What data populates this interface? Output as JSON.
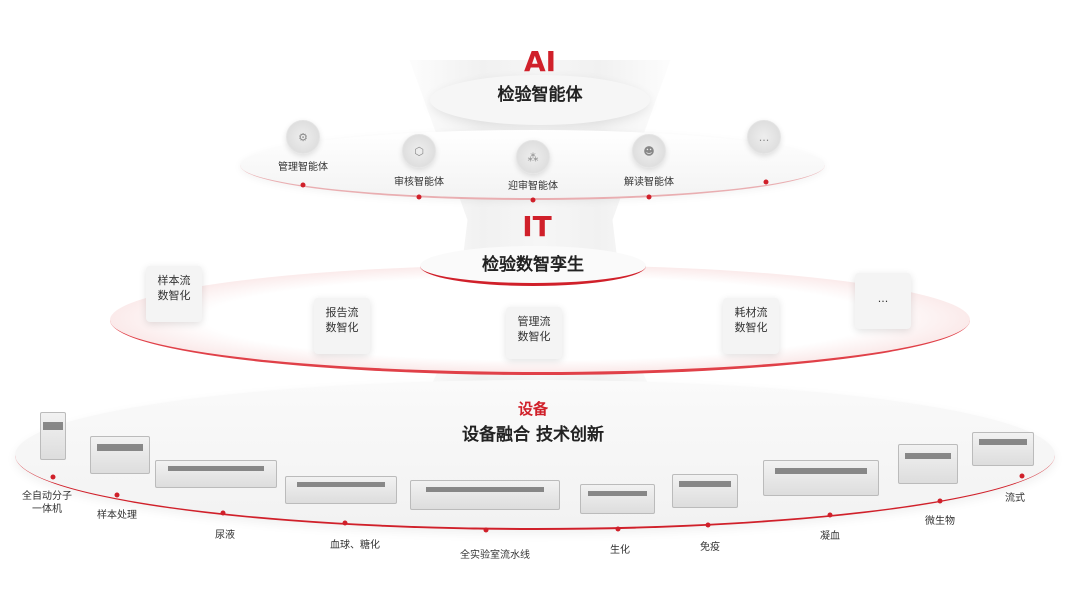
{
  "ai_layer": {
    "tag": "AI",
    "title": "检验智能体",
    "agents": [
      "管理智能体",
      "审核智能体",
      "迎审智能体",
      "解读智能体"
    ],
    "more": "..."
  },
  "it_layer": {
    "tag": "IT",
    "title": "检验数智孪生",
    "cards": [
      "样本流\n数智化",
      "报告流\n数智化",
      "管理流\n数智化",
      "耗材流\n数智化"
    ],
    "more": "..."
  },
  "device_layer": {
    "tag": "设备",
    "title": "设备融合 技术创新",
    "devices": [
      "全自动分子\n一体机",
      "样本处理",
      "尿液",
      "血球、糖化",
      "全实验室流水线",
      "生化",
      "免疫",
      "凝血",
      "微生物",
      "流式"
    ]
  },
  "colors": {
    "accent": "#d0202a"
  }
}
